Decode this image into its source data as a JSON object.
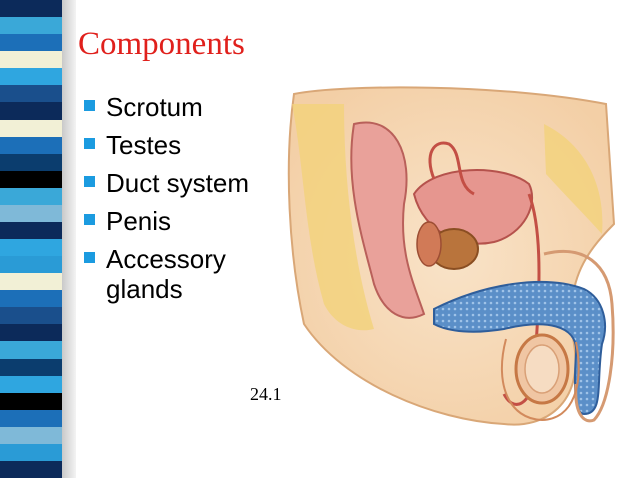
{
  "slide": {
    "title": "Components",
    "bullets": [
      "Scrotum",
      "Testes",
      "Duct system",
      "Penis",
      "Accessory glands"
    ],
    "figure_caption": "24.1"
  },
  "colors": {
    "title": "#e0201c",
    "bullet": "#1b9be0",
    "stripe_palette": [
      "#0c2a5a",
      "#1c6fb8",
      "#2fa6e0",
      "#3aa8d8",
      "#f2f0d6",
      "#000000",
      "#1a4f8c",
      "#7fb9d8",
      "#0b3d6e",
      "#2a9bd6"
    ]
  },
  "illustration": {
    "icon": "anatomy-illustration-icon"
  }
}
